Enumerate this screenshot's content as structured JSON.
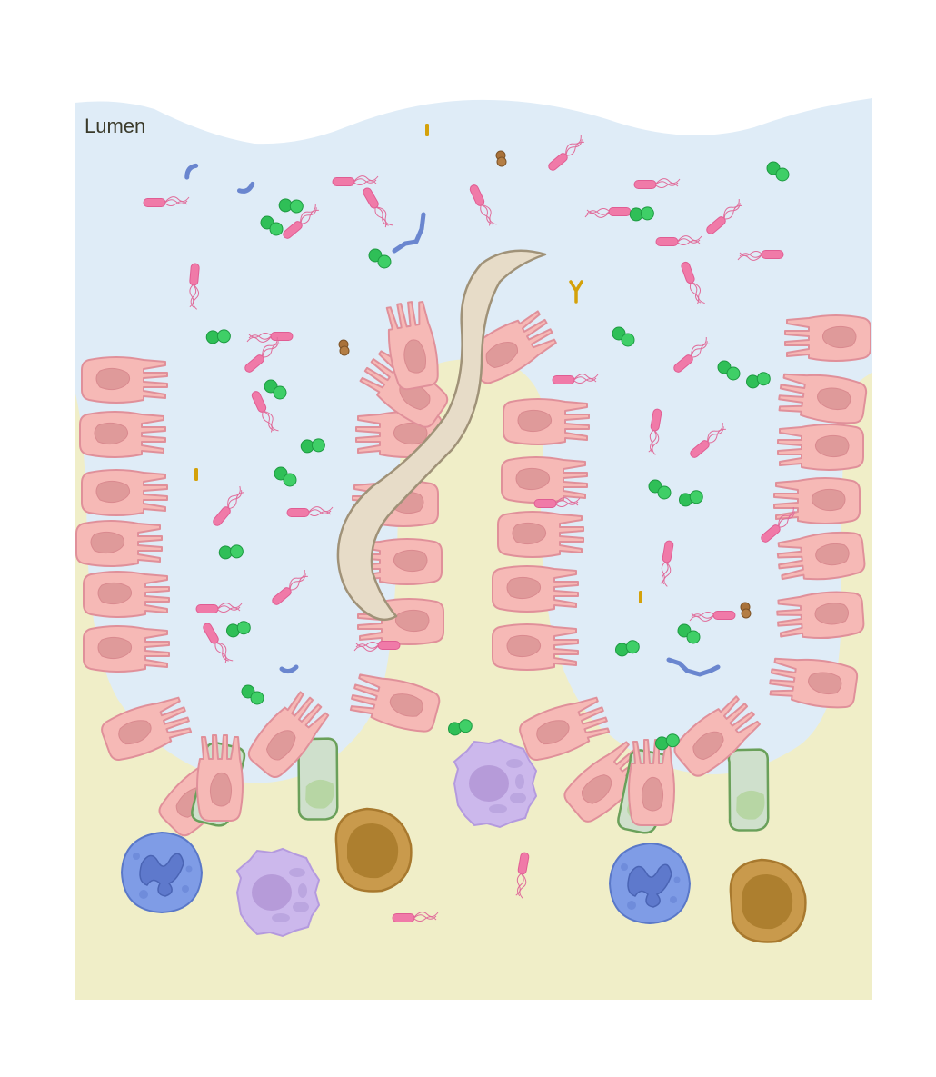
{
  "labels": {
    "lumen": "Lumen"
  },
  "colors": {
    "lumen": "#dfecf7",
    "tissue": "#f0eec8",
    "epithelial_fill": "#f6b9b6",
    "epithelial_stroke": "#e0909a",
    "nucleus": "#df9a9a",
    "goblet_fill": "#cfe0cc",
    "goblet_stroke": "#6aa05a",
    "helminth_fill": "#e7dcc8",
    "helminth_stroke": "#a09278",
    "rod_bacterium": "#f07aa8",
    "coccus": "#2fbf57",
    "spirillum": "#6a86cf",
    "brown_coccus": "#a9723a",
    "antibody": "#d4a10a",
    "neutrophil": "#7f9ce6",
    "eosinophil": "#ccb8ec",
    "macrophage": "#c99a4c"
  },
  "legend": {
    "items": [
      "rod-bacterium-icon",
      "coccus-icon",
      "spirillum-icon",
      "brown-coccus-icon",
      "antibody-icon",
      "helminth-icon",
      "epithelial-cell",
      "goblet-cell",
      "neutrophil",
      "eosinophil",
      "macrophage"
    ]
  }
}
